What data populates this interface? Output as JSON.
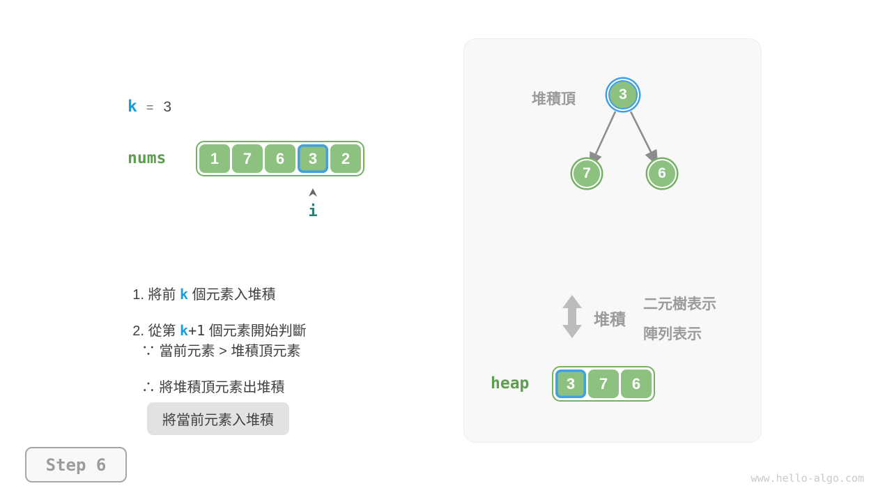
{
  "variables": {
    "k_name": "k",
    "equals": "=",
    "k_value": "3"
  },
  "nums": {
    "label": "nums",
    "values": [
      "1",
      "7",
      "6",
      "3",
      "2"
    ],
    "highlight_index": 3,
    "pointer_label": "i"
  },
  "steps": {
    "line1": {
      "pre": "1. 將前 ",
      "k": "k",
      "post": " 個元素入堆積"
    },
    "line2": {
      "pre": "2. 從第 ",
      "k": "k",
      "mid": "+1",
      "post": " 個元素開始判斷"
    },
    "line3": "∵ 當前元素 > 堆積頂元素",
    "line4": "∴ 將堆積頂元素出堆積",
    "note": "將當前元素入堆積"
  },
  "step_button_label": "Step 6",
  "panel": {
    "heap_top_label": "堆積頂",
    "tree": {
      "root": "3",
      "left_child": "7",
      "right_child": "6"
    },
    "transform_label": "堆積",
    "tree_repr_label": "二元樹表示",
    "array_repr_label": "陣列表示",
    "heap": {
      "label": "heap",
      "values": [
        "3",
        "7",
        "6"
      ],
      "highlight_index": 0
    }
  },
  "watermark": "www.hello-algo.com",
  "colors": {
    "cell_green": "#8cc17f",
    "green_border": "#74b164",
    "highlight_blue": "#41a0e2",
    "k_blue": "#1c9dd9",
    "label_green": "#5c9e4d",
    "pointer_teal": "#2b7f78",
    "gray_label": "#9b9b9b",
    "text_dark": "#3f3f3f",
    "panel_bg": "#f8f8f9",
    "note_bg": "#e2e2e2"
  }
}
